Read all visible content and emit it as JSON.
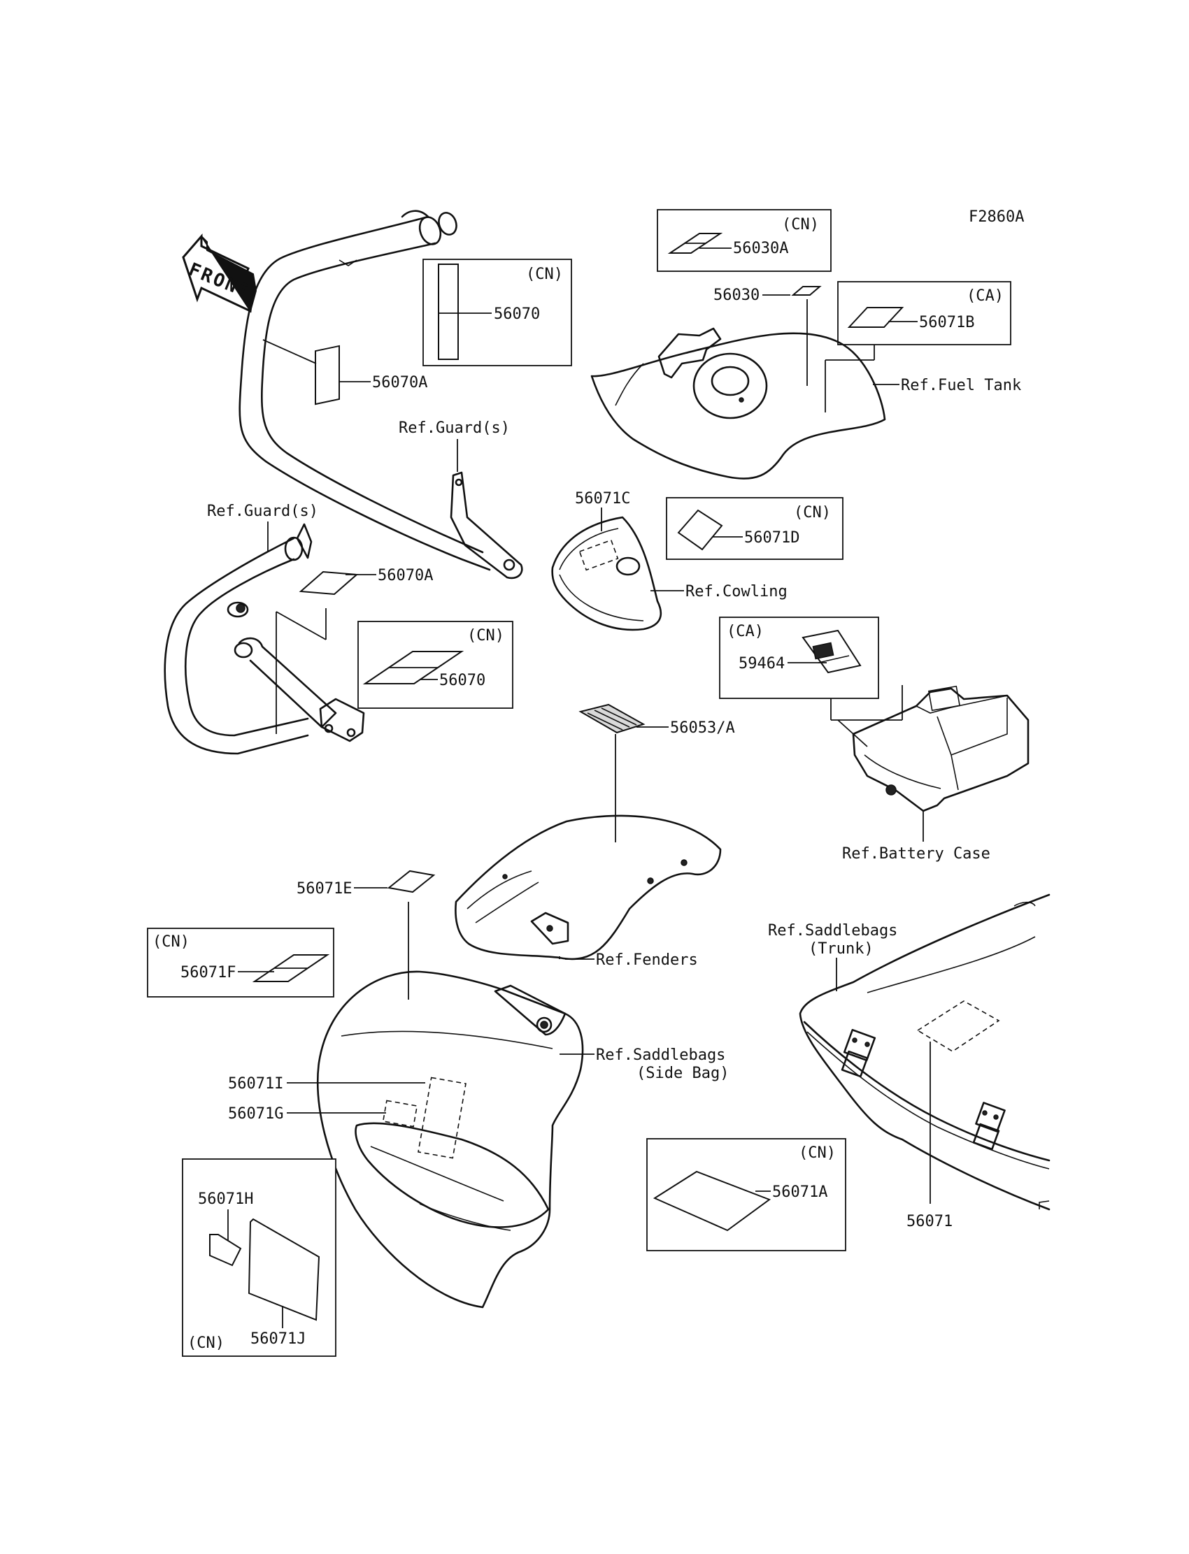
{
  "diagram": {
    "figure_code": "F2860A",
    "front_label": "FRONT",
    "labels": {
      "p56070A_top": "56070A",
      "p56070_cn_top": "56070",
      "p56030A": "56030A",
      "p56030": "56030",
      "p56071B": "56071B",
      "ref_fuel_tank": "Ref.Fuel Tank",
      "ref_guards_top": "Ref.Guard(s)",
      "ref_guards_left": "Ref.Guard(s)",
      "p56070A_bottom": "56070A",
      "p56070_cn_bottom": "56070",
      "p56071C": "56071C",
      "p56071D": "56071D",
      "ref_cowling": "Ref.Cowling",
      "p59464": "59464",
      "p56053A": "56053/A",
      "ref_battery_case": "Ref.Battery Case",
      "p56071E": "56071E",
      "p56071F": "56071F",
      "ref_fenders": "Ref.Fenders",
      "ref_saddlebags_trunk_1": "Ref.Saddlebags",
      "ref_saddlebags_trunk_2": "(Trunk)",
      "ref_saddlebags_side_1": "Ref.Saddlebags",
      "ref_saddlebags_side_2": "(Side Bag)",
      "p56071I": "56071I",
      "p56071G": "56071G",
      "p56071A": "56071A",
      "p56071": "56071",
      "p56071H": "56071H",
      "p56071J": "56071J"
    },
    "region_tags": {
      "cn_56070_top": "(CN)",
      "cn_56030A": "(CN)",
      "ca_56071B": "(CA)",
      "cn_56071D": "(CN)",
      "cn_56070_bottom": "(CN)",
      "ca_59464": "(CA)",
      "cn_56071F": "(CN)",
      "cn_56071A": "(CN)",
      "cn_56071HJ": "(CN)"
    }
  }
}
